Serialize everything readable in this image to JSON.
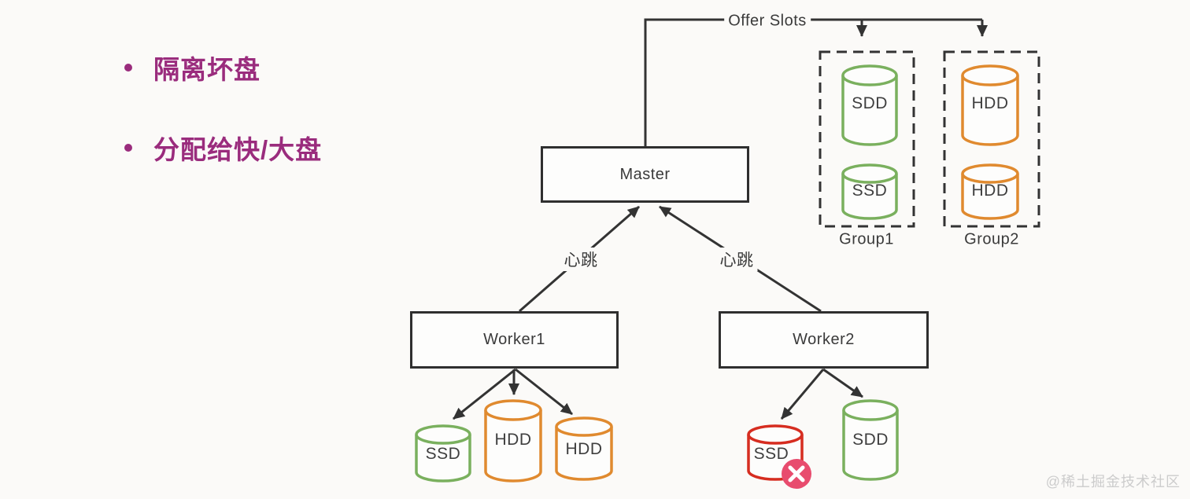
{
  "title_bullets": [
    "隔离坏盘",
    "分配给快/大盘"
  ],
  "diagram": {
    "offer_slots_label": "Offer Slots",
    "master": {
      "label": "Master"
    },
    "heartbeats": [
      "心跳",
      "心跳"
    ],
    "groups": [
      {
        "name": "Group1",
        "disks": [
          {
            "label": "SDD"
          },
          {
            "label": "SSD"
          }
        ]
      },
      {
        "name": "Group2",
        "disks": [
          {
            "label": "HDD"
          },
          {
            "label": "HDD"
          }
        ]
      }
    ],
    "workers": [
      {
        "label": "Worker1",
        "disks": [
          {
            "label": "SSD"
          },
          {
            "label": "HDD"
          },
          {
            "label": "HDD"
          }
        ]
      },
      {
        "label": "Worker2",
        "disks": [
          {
            "label": "SSD",
            "status": "failed"
          },
          {
            "label": "SDD"
          }
        ]
      }
    ]
  },
  "colors": {
    "bullet_purple": "#9a2c7d",
    "disk_green": "#7ab05e",
    "disk_orange": "#e08a2f",
    "disk_red_failed": "#d62d20",
    "failed_badge_pink": "#e84c6e",
    "line_dark": "#333333",
    "watermark_gray": "#cccccc"
  },
  "watermark": "@稀土掘金技术社区"
}
